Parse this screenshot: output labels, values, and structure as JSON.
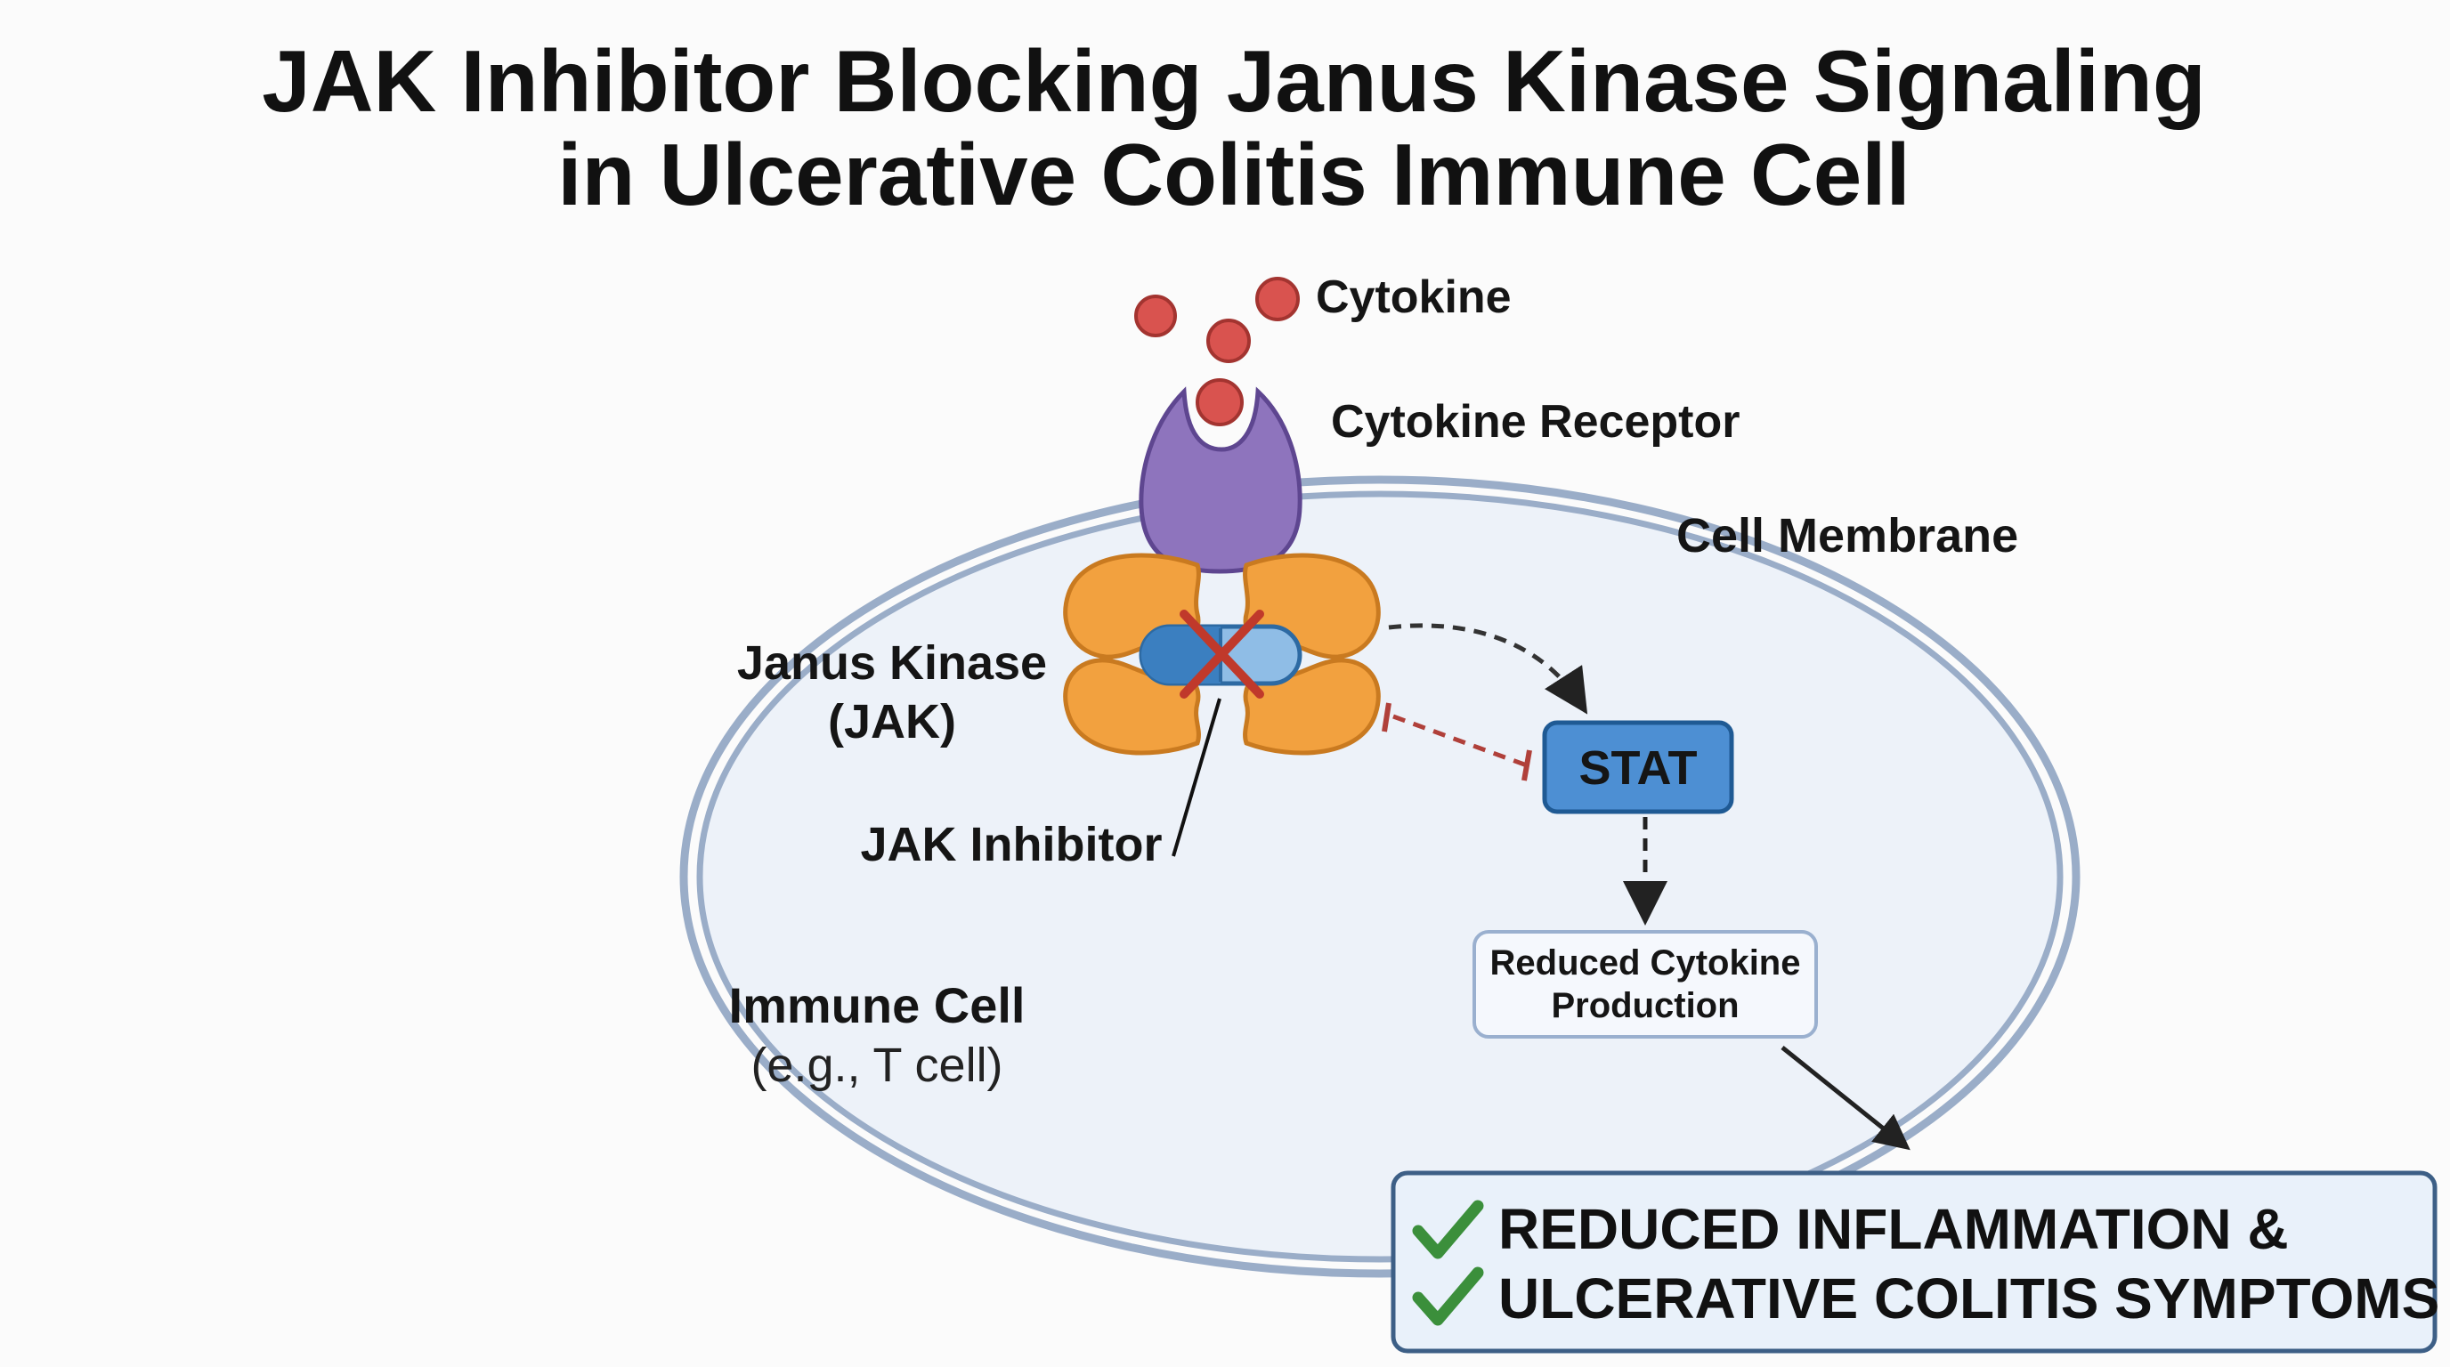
{
  "title": {
    "line1": "JAK Inhibitor Blocking Janus Kinase Signaling",
    "line2": "in Ulcerative Colitis Immune Cell"
  },
  "labels": {
    "cytokine": "Cytokine",
    "receptor": "Cytokine Receptor",
    "membrane": "Cell Membrane",
    "jak_line1": "Janus Kinase",
    "jak_line2": "(JAK)",
    "inhibitor": "JAK Inhibitor",
    "stat": "STAT",
    "reduced_line1": "Reduced Cytokine",
    "reduced_line2": "Production",
    "immune_cell": "Immune Cell",
    "immune_example": "(e.g., T cell)"
  },
  "result": {
    "line1": "REDUCED INFLAMMATION &",
    "line2": "ULCERATIVE COLITIS SYMPTOMS"
  },
  "icons": {
    "block_mark": "x-block-icon",
    "result_check": "check-icon"
  },
  "colors": {
    "cytokine": "#d9534f",
    "receptor": "#8e74bd",
    "jak": "#f2a13f",
    "inhibitor": "#3b7fc0",
    "stat": "#4d8fd3",
    "block": "#c0392b",
    "check": "#3b8f3b",
    "membrane": "#9aadc8"
  }
}
